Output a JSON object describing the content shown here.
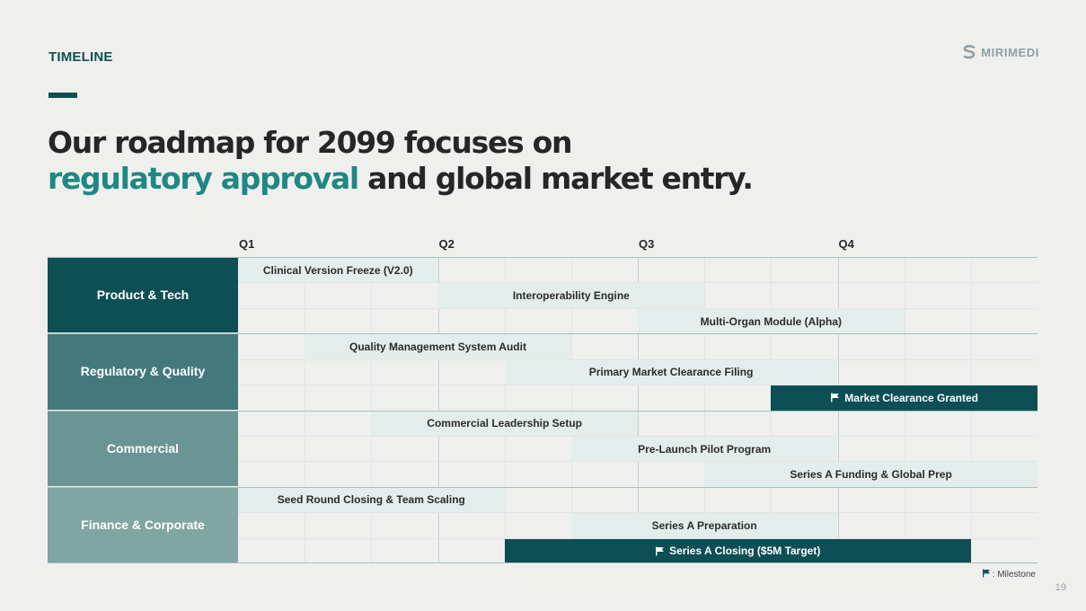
{
  "section_label": "TIMELINE",
  "logo_text": "MIRIMEDI",
  "headline": {
    "line1": "Our roadmap for 2099 focuses on",
    "highlight": "regulatory approval",
    "rest": " and global market entry."
  },
  "quarters": [
    "Q1",
    "Q2",
    "Q3",
    "Q4"
  ],
  "categories": [
    {
      "label": "Product & Tech",
      "color": "#0e4f55"
    },
    {
      "label": "Regulatory & Quality",
      "color": "#43797c"
    },
    {
      "label": "Commercial",
      "color": "#6a9594"
    },
    {
      "label": "Finance & Corporate",
      "color": "#80a5a2"
    }
  ],
  "tasks": [
    {
      "label": "Clinical Version Freeze (V2.0)",
      "row": 0,
      "start": 0,
      "end": 3,
      "milestone": false
    },
    {
      "label": "Interoperability Engine",
      "row": 1,
      "start": 3,
      "end": 7,
      "milestone": false
    },
    {
      "label": "Multi-Organ Module (Alpha)",
      "row": 2,
      "start": 6,
      "end": 10,
      "milestone": false
    },
    {
      "label": "Quality Management System Audit",
      "row": 3,
      "start": 1,
      "end": 5,
      "milestone": false
    },
    {
      "label": "Primary Market Clearance Filing",
      "row": 4,
      "start": 4,
      "end": 9,
      "milestone": false
    },
    {
      "label": "Market Clearance Granted",
      "row": 5,
      "start": 8,
      "end": 12,
      "milestone": true
    },
    {
      "label": "Commercial Leadership Setup",
      "row": 6,
      "start": 2,
      "end": 6,
      "milestone": false
    },
    {
      "label": "Pre-Launch Pilot Program",
      "row": 7,
      "start": 5,
      "end": 9,
      "milestone": false
    },
    {
      "label": "Series A Funding & Global Prep",
      "row": 8,
      "start": 7,
      "end": 12,
      "milestone": false
    },
    {
      "label": "Seed Round Closing & Team Scaling",
      "row": 9,
      "start": 0,
      "end": 4,
      "milestone": false
    },
    {
      "label": "Series A Preparation",
      "row": 10,
      "start": 5,
      "end": 9,
      "milestone": false
    },
    {
      "label": "Series A Closing ($5M Target)",
      "row": 11,
      "start": 4,
      "end": 11,
      "milestone": true
    }
  ],
  "legend_label": ": Milestone",
  "page_number": "19",
  "icons": {
    "milestone": "flag-icon",
    "logo": "logo-icon"
  }
}
